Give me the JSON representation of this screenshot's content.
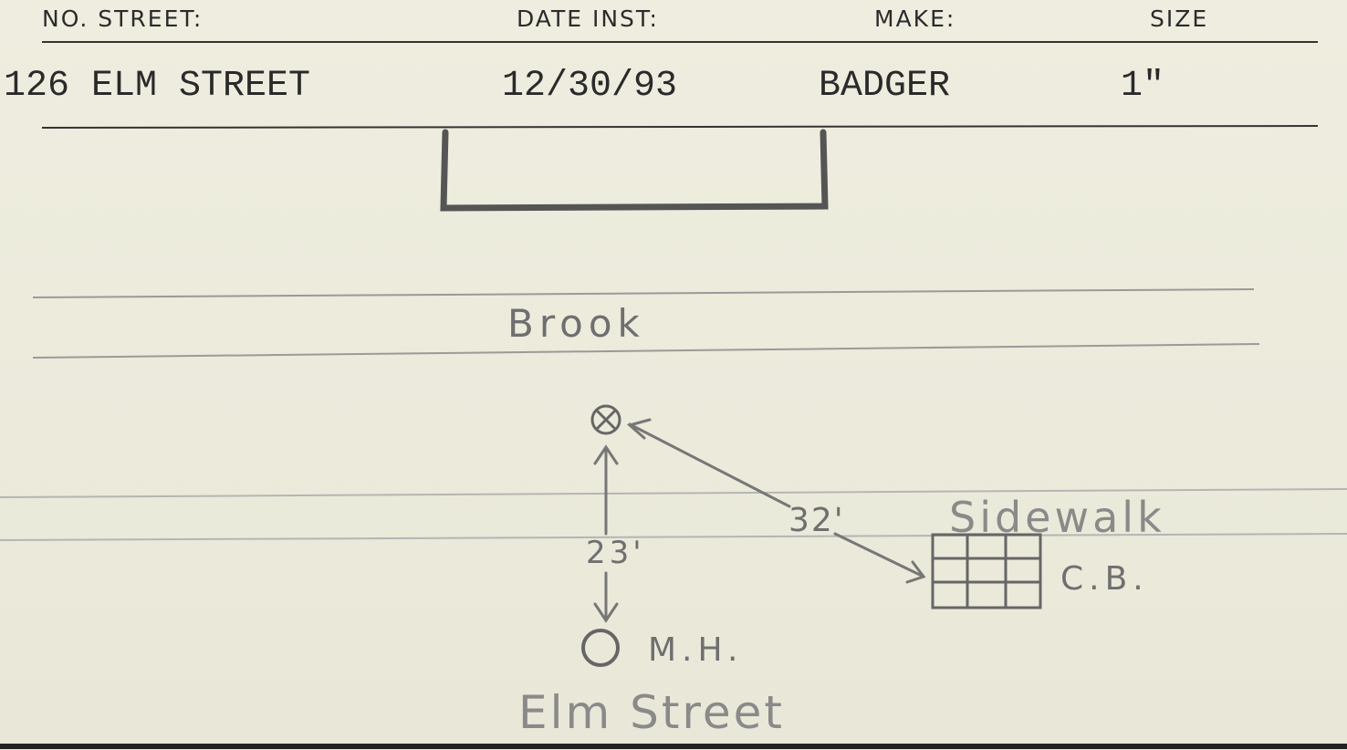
{
  "header": {
    "street_label": "NO. STREET:",
    "date_label": "DATE INST:",
    "make_label": "MAKE:",
    "size_label": "SIZE"
  },
  "record": {
    "street": "126 ELM STREET",
    "date_installed": "12/30/93",
    "make": "BADGER",
    "size": "1\""
  },
  "sketch": {
    "brook_label": "Brook",
    "sidewalk_label": "Sidewalk",
    "elm_street_label": "Elm Street",
    "manhole_label": "M.H.",
    "catch_basin_label": "C.B.",
    "distance_to_manhole": "23'",
    "distance_to_catch_basin": "32'"
  }
}
